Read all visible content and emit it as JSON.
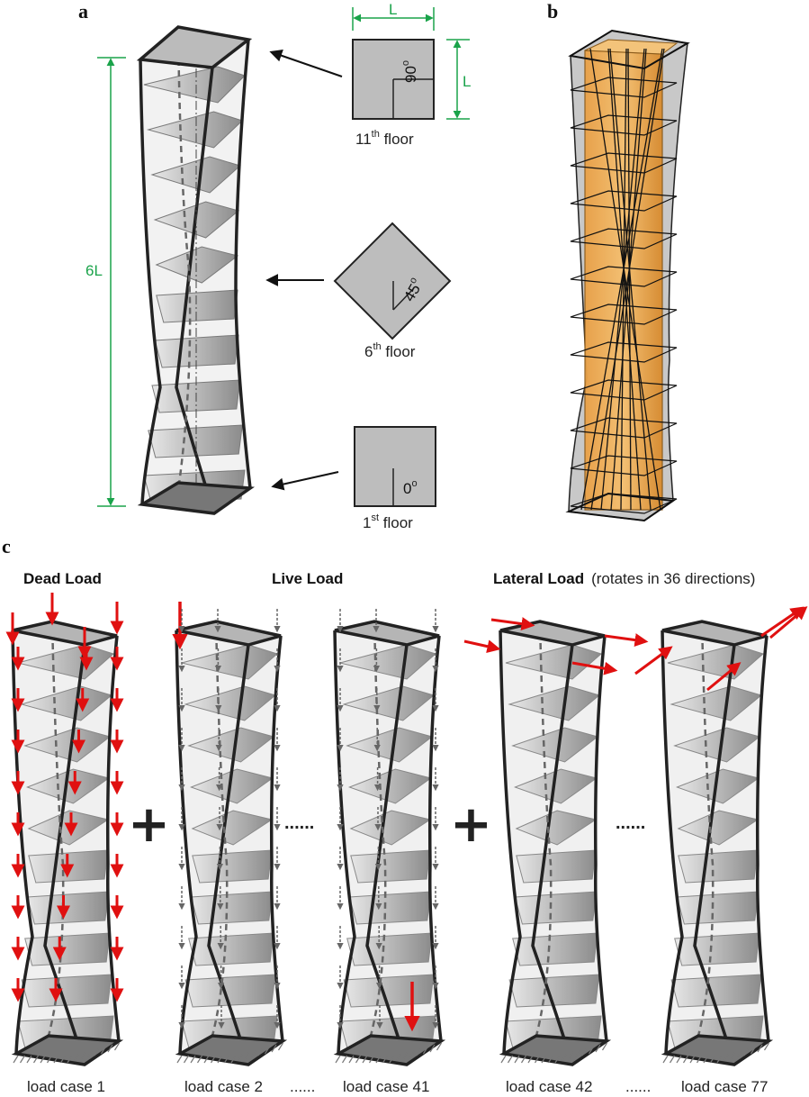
{
  "panel_a": {
    "letter": "a",
    "height_label": "6L",
    "floors": [
      {
        "ordinal": "11",
        "sup": "th",
        "word": "floor",
        "angle": "90",
        "deg": "o"
      },
      {
        "ordinal": "6",
        "sup": "th",
        "word": "floor",
        "angle": "45",
        "deg": "o"
      },
      {
        "ordinal": "1",
        "sup": "st",
        "word": "floor",
        "angle": "0",
        "deg": "o"
      }
    ],
    "width_label": "L",
    "depth_label": "L"
  },
  "panel_b": {
    "letter": "b"
  },
  "panel_c": {
    "letter": "c",
    "dead_load": "Dead Load",
    "live_load": "Live Load",
    "lateral_load": "Lateral Load",
    "lateral_note": "(rotates in 36 directions)",
    "plus": "+",
    "ellipsis": "......",
    "load_cases": [
      "load case 1",
      "load case 2",
      "load case 41",
      "load case 42",
      "load case 77"
    ]
  },
  "colors": {
    "dimension": "#1aa34a",
    "load_arrow": "#e01010",
    "live_arrow": "#666666",
    "core": "#f0a640",
    "floor_plate": "#8a8a8a"
  }
}
